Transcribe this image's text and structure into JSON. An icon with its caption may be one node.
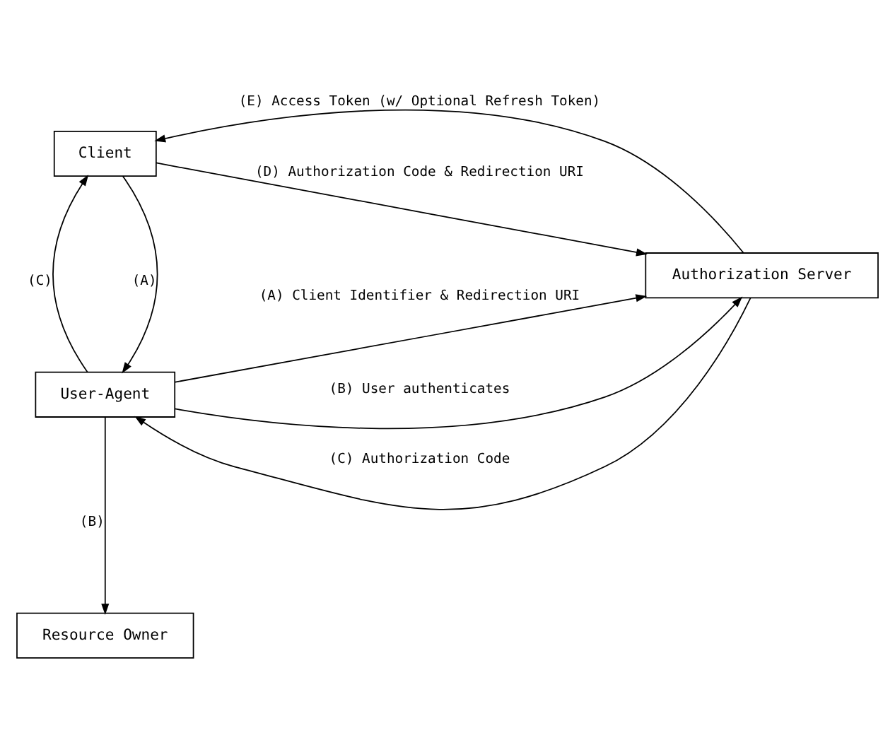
{
  "diagram": {
    "nodes": [
      {
        "text": [
          "Resource Owner"
        ]
      },
      {
        "text": [
          "User-Agent"
        ]
      },
      {
        "text": [
          "Authorization Server"
        ]
      },
      {
        "text": [
          "Client"
        ]
      }
    ],
    "edges": [
      {
        "from": 1,
        "to": 0,
        "arrow": "to",
        "label": "(B)"
      },
      {
        "from": 1,
        "to": 2,
        "arrow": "to",
        "label": "(A) Client Identifier & Redirection URI"
      },
      {
        "from": 1,
        "to": 2,
        "arrow": "to",
        "label": "(B) User authenticates"
      },
      {
        "from": 2,
        "to": 1,
        "arrow": "to",
        "label": "(C) Authorization Code"
      },
      {
        "from": 3,
        "to": 1,
        "arrow": "to",
        "label": "(A)"
      },
      {
        "from": 1,
        "to": 3,
        "arrow": "to",
        "label": "(C)"
      },
      {
        "from": 3,
        "to": 2,
        "arrow": "to",
        "label": "(D) Authorization Code & Redirection URI"
      },
      {
        "from": 2,
        "to": 3,
        "arrow": "to",
        "label": "(E) Access Token (w/ Optional Refresh Token)"
      }
    ]
  }
}
